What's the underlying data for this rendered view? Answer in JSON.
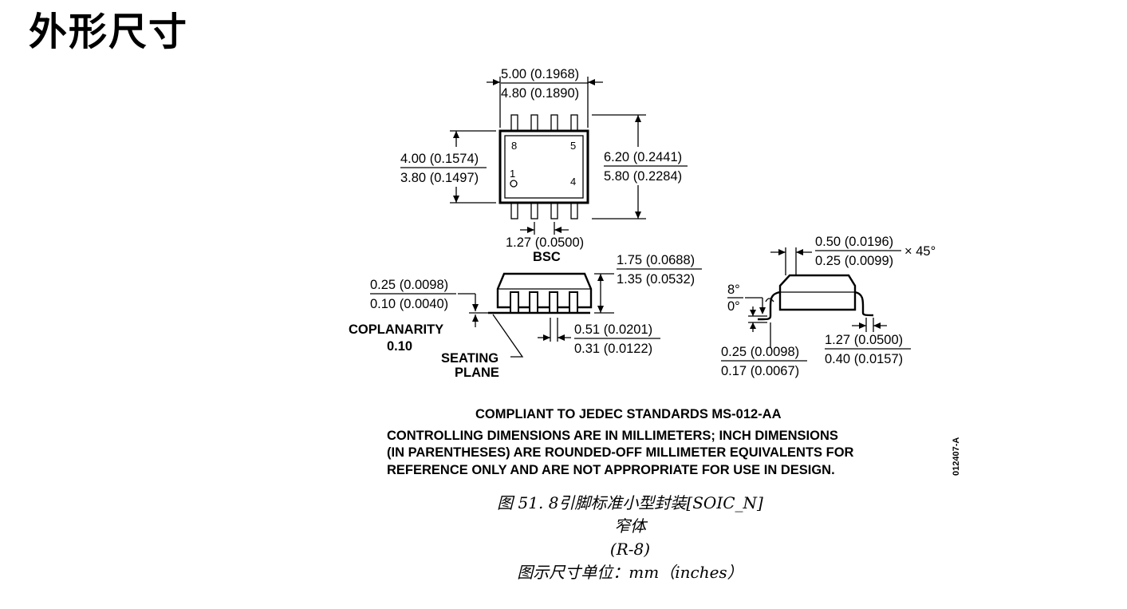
{
  "page": {
    "title": "外形尺寸"
  },
  "drawing": {
    "top_view": {
      "width_max": "5.00 (0.1968)",
      "width_min": "4.80 (0.1890)",
      "body_height_max": "4.00 (0.1574)",
      "body_height_min": "3.80 (0.1497)",
      "total_height_max": "6.20 (0.2441)",
      "total_height_min": "5.80 (0.2284)",
      "pin_pitch": "1.27 (0.0500)",
      "pin_pitch_note": "BSC",
      "pin_labels": [
        "8",
        "5",
        "1",
        "4"
      ]
    },
    "side_view": {
      "height_max": "1.75 (0.0688)",
      "height_min": "1.35 (0.0532)",
      "standoff_max": "0.25 (0.0098)",
      "standoff_min": "0.10 (0.0040)",
      "coplanarity_label": "COPLANARITY",
      "coplanarity_value": "0.10",
      "lead_width_max": "0.51 (0.0201)",
      "lead_width_min": "0.31 (0.0122)",
      "seating_label_1": "SEATING",
      "seating_label_2": "PLANE"
    },
    "end_view": {
      "chamfer_max": "0.50 (0.0196)",
      "chamfer_min": "0.25 (0.0099)",
      "chamfer_angle": "× 45°",
      "angle_max": "8°",
      "angle_min": "0°",
      "lead_thick_max": "0.25 (0.0098)",
      "lead_thick_min": "0.17 (0.0067)",
      "foot_length_max": "1.27 (0.0500)",
      "foot_length_min": "0.40 (0.0157)"
    },
    "notes": {
      "compliance": "COMPLIANT TO JEDEC STANDARDS MS-012-AA",
      "line1": "CONTROLLING DIMENSIONS ARE IN MILLIMETERS; INCH DIMENSIONS",
      "line2": "(IN PARENTHESES) ARE ROUNDED-OFF MILLIMETER EQUIVALENTS FOR",
      "line3": "REFERENCE ONLY AND ARE NOT APPROPRIATE FOR USE IN DESIGN.",
      "code": "012407-A"
    }
  },
  "caption": {
    "line1": "图 51. 8引脚标准小型封装[SOIC_N]",
    "line2": "窄体",
    "line3": "(R-8)",
    "line4": "图示尺寸单位：mm（inches）"
  }
}
